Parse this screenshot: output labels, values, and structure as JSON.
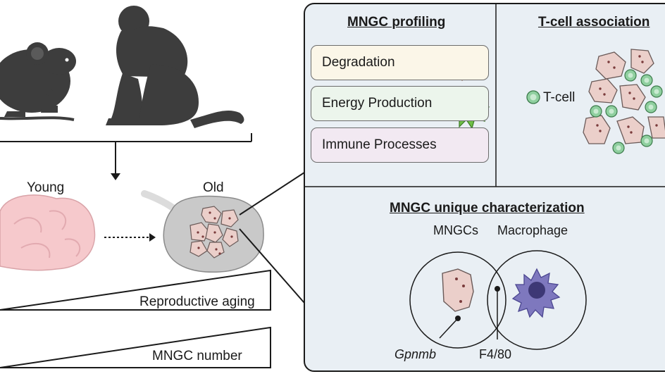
{
  "left_panel": {
    "stage_young": "Young",
    "stage_old": "Old",
    "reproductive_aging_label": "Reproductive aging",
    "mngc_number_label": "MNGC number"
  },
  "profiling": {
    "title": "MNGC profiling",
    "items": [
      {
        "label": "Degradation",
        "icon": "degradation-icon",
        "fill": "#fbf6e8"
      },
      {
        "label": "Energy Production",
        "icon": "energy-star-icon",
        "fill": "#ecf5ec"
      },
      {
        "label": "Immune Processes",
        "icon": "immune-cell-icon",
        "fill": "#f2e9f2"
      }
    ]
  },
  "tcell": {
    "title": "T-cell association",
    "legend_label": "T-cell"
  },
  "characterization": {
    "title": "MNGC unique characterization",
    "set_left": "MNGCs",
    "set_right": "Macrophage",
    "marker_left": "Gpnmb",
    "marker_shared": "F4/80"
  },
  "colors": {
    "panel_bg": "#e9eff4",
    "animal": "#3d3d3d",
    "mngc_fill": "#ebcfca",
    "tcell_fill": "#8fcf9f",
    "macrophage": "#7e78be",
    "ovary_young": "#f6c9cc",
    "ovary_old": "#c9c9c9"
  }
}
